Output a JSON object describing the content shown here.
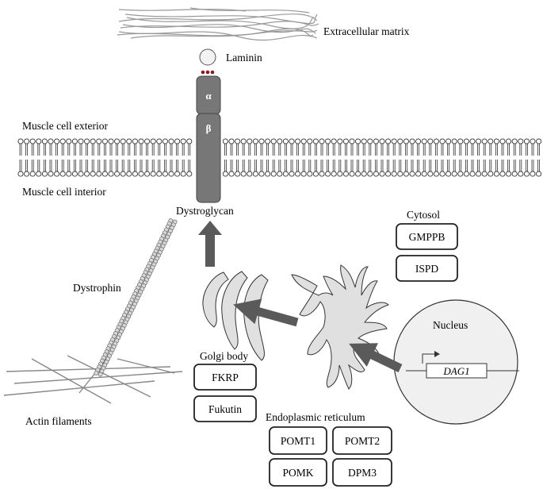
{
  "labels": {
    "extracellular_matrix": "Extracellular matrix",
    "laminin": "Laminin",
    "muscle_exterior": "Muscle cell exterior",
    "muscle_interior": "Muscle cell interior",
    "dystroglycan": "Dystroglycan",
    "alpha": "α",
    "beta": "β",
    "dystrophin": "Dystrophin",
    "actin_filaments": "Actin filaments",
    "golgi_body": "Golgi body",
    "endoplasmic_reticulum": "Endoplasmic reticulum",
    "cytosol": "Cytosol",
    "nucleus": "Nucleus",
    "gene": "DAG1"
  },
  "enzymes": {
    "cytosol": [
      "GMPPB",
      "ISPD"
    ],
    "golgi": [
      "FKRP",
      "Fukutin"
    ],
    "er": [
      "POMT1",
      "POMT2",
      "POMK",
      "DPM3"
    ]
  },
  "colors": {
    "protein": "#777777",
    "organelle": "#e0e0e0",
    "arrow": "#5a5a5a",
    "laminin_dots": "#8b1a1a"
  }
}
